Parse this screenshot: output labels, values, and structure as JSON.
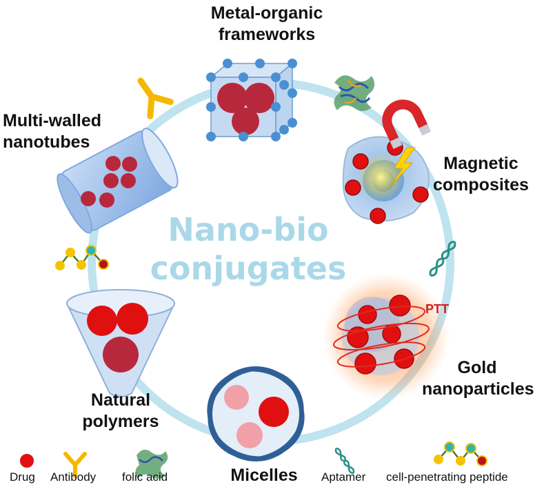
{
  "center_title": [
    "Nano-bio",
    "conjugates"
  ],
  "nodes": {
    "mof": [
      "Metal-organic",
      "frameworks"
    ],
    "mwnt": [
      "Multi-walled",
      "nanotubes"
    ],
    "magnetic": [
      "Magnetic",
      "composites"
    ],
    "gold": [
      "Gold",
      "nanoparticles"
    ],
    "micelles": "Micelles",
    "polymers": [
      "Natural",
      "polymers"
    ]
  },
  "ptt_label": "PTT",
  "legend": {
    "drug": "Drug",
    "antibody": "Antibody",
    "folic_acid": "folic acid",
    "aptamer": "Aptamer",
    "cpp": "cell-penetrating peptide"
  },
  "colors": {
    "ring": "#bfe3ef",
    "drug": "#e01010",
    "drug_dark": "#b8283c",
    "shell": "#a9c6ea",
    "node_blue": "#4a8fd3",
    "antibody": "#f5b800",
    "aptamer": "#2a8f86",
    "ptt": "#d61c1c",
    "center_text": "#aad8e8"
  }
}
